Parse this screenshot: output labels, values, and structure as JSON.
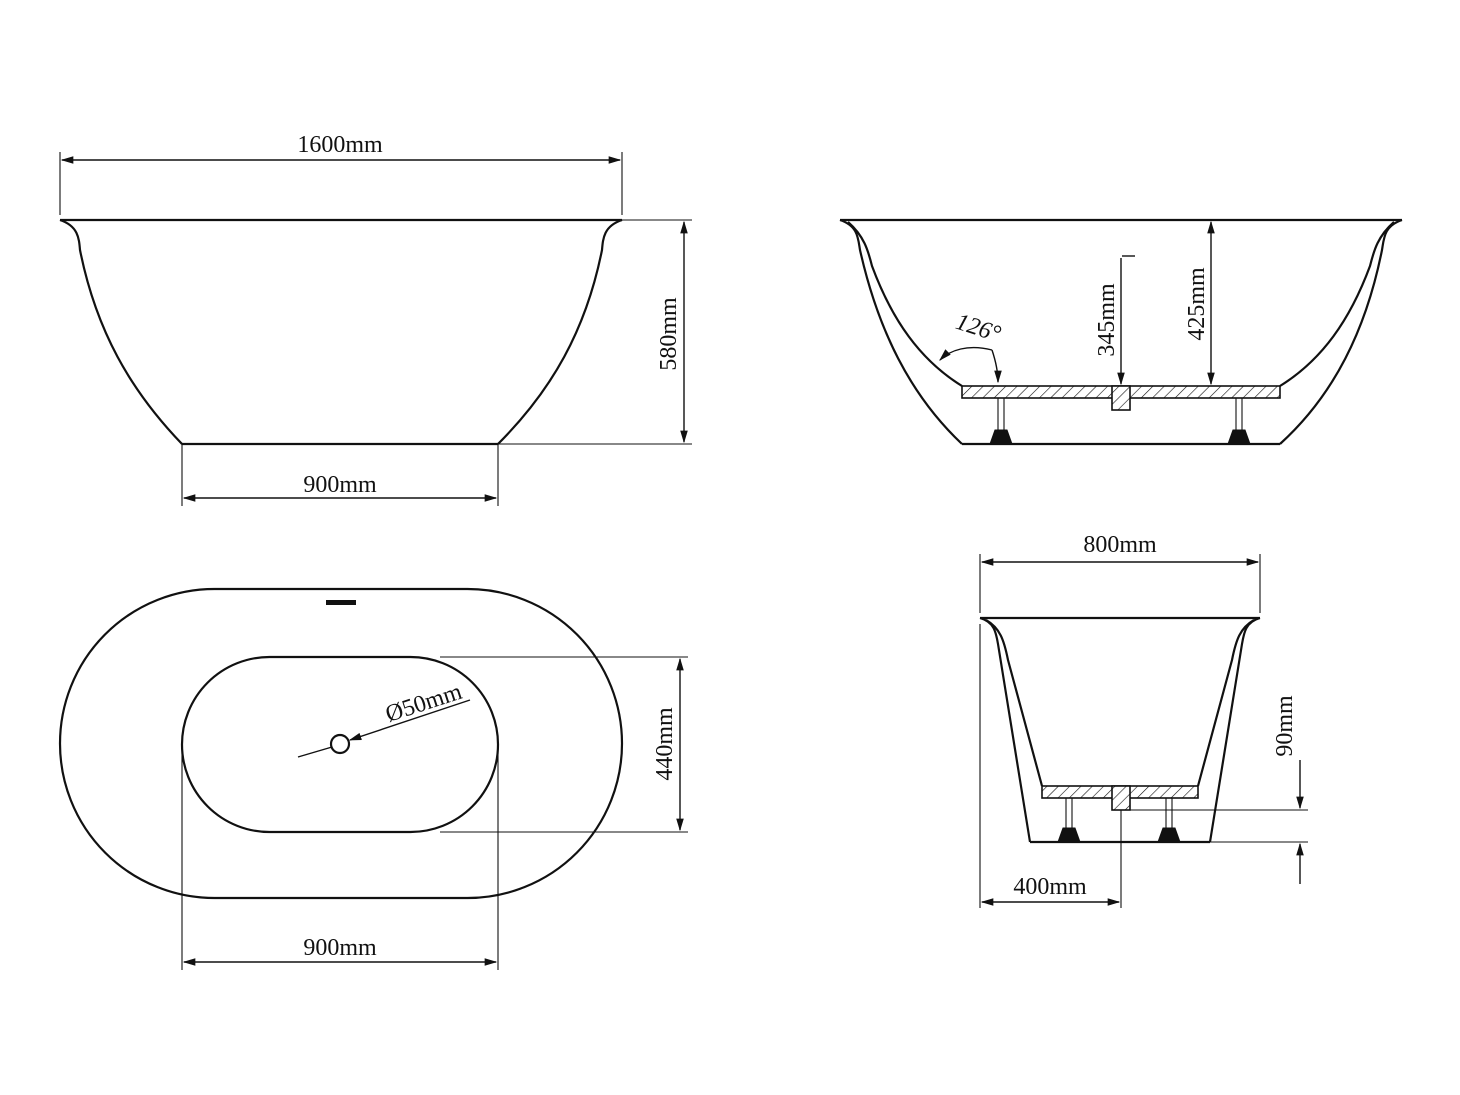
{
  "diagram": {
    "front_view": {
      "top_width": "1600mm",
      "height": "580mm",
      "base_width": "900mm"
    },
    "section_view": {
      "drain_height": "345mm",
      "inner_depth": "425mm",
      "angle": "126°"
    },
    "top_view": {
      "drain_diameter": "Ø50mm",
      "inner_width": "440mm",
      "inner_length": "900mm"
    },
    "side_view": {
      "top_width": "800mm",
      "leg_height": "90mm",
      "drain_offset": "400mm"
    }
  }
}
